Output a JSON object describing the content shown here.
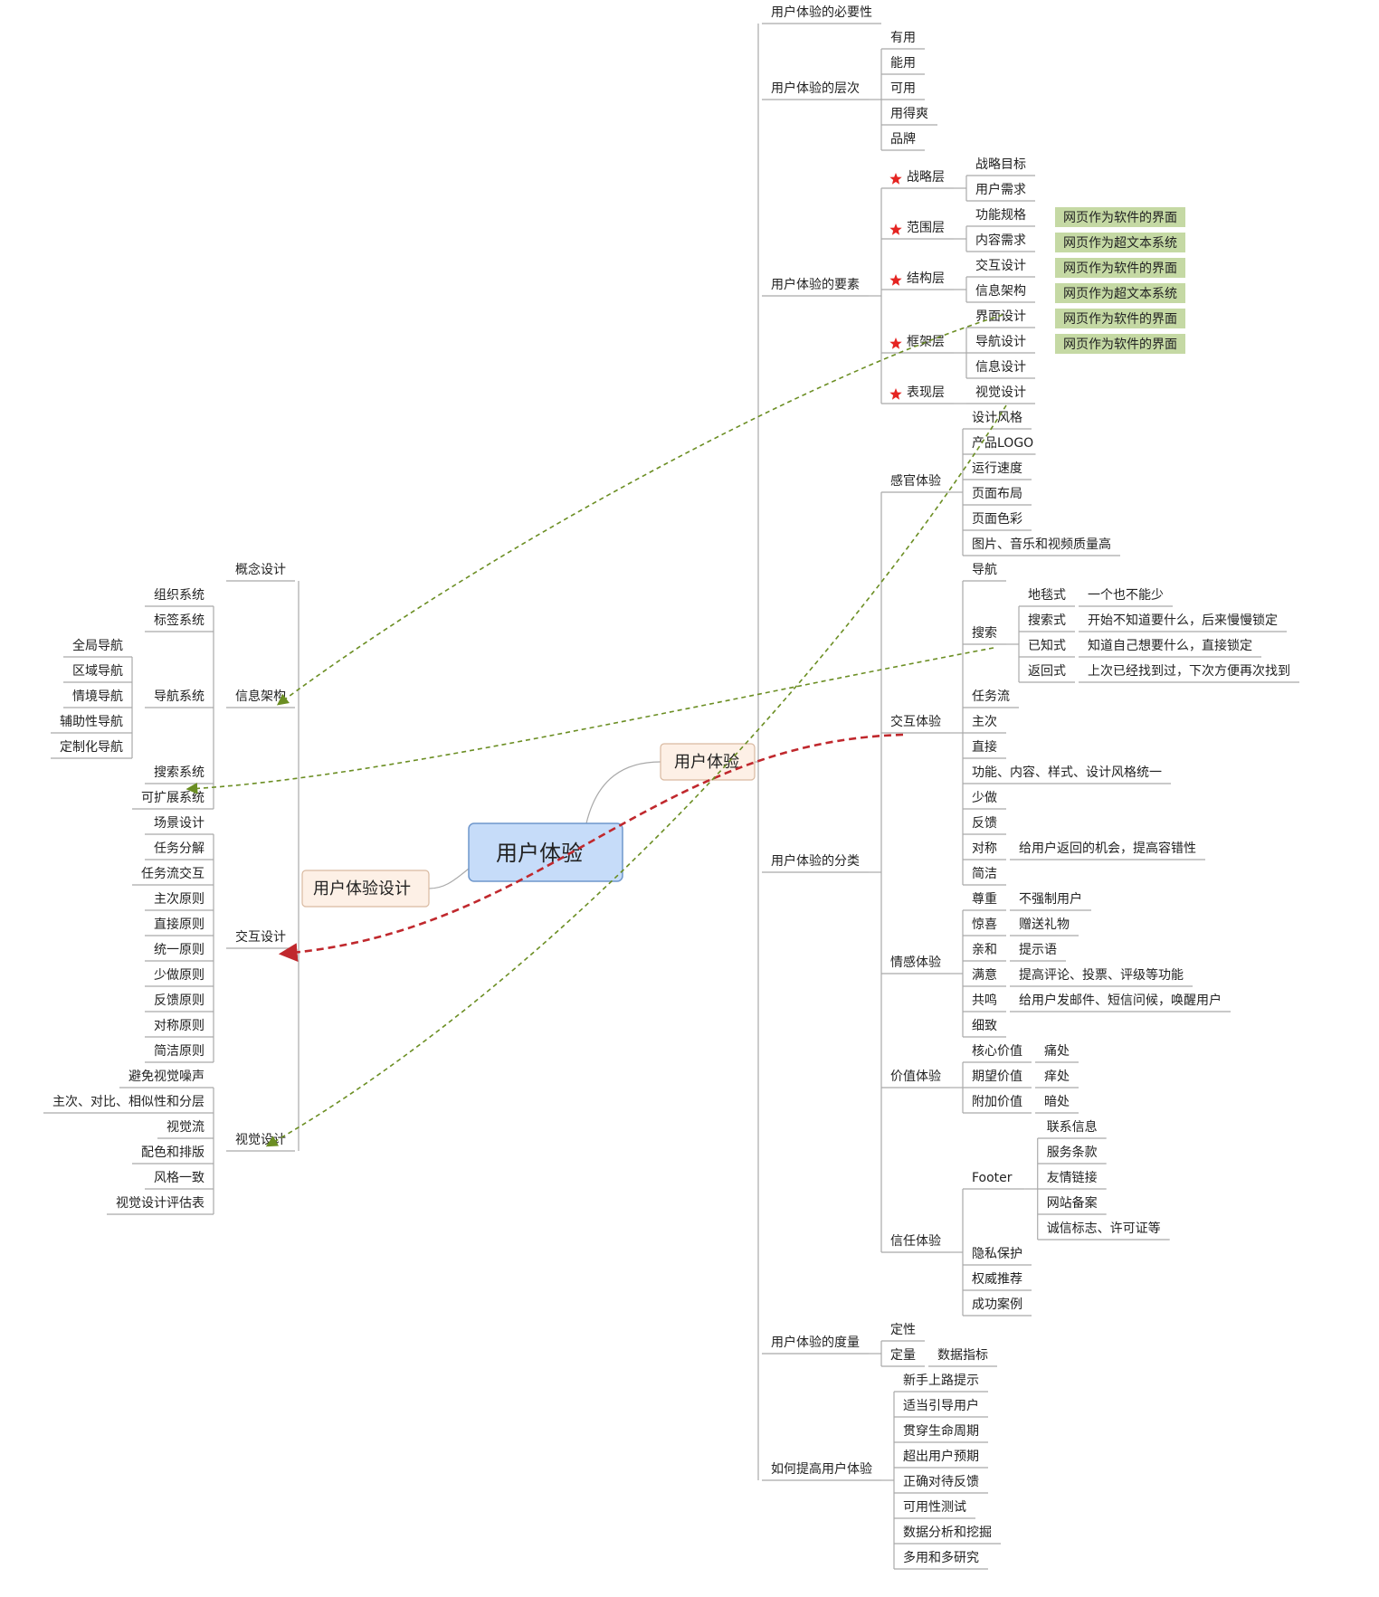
{
  "central": {
    "label": "用户体验"
  },
  "right_main": {
    "label": "用户体验",
    "branches": [
      {
        "label": "用户体验的必要性",
        "children": []
      },
      {
        "label": "用户体验的层次",
        "children": [
          {
            "label": "有用"
          },
          {
            "label": "能用"
          },
          {
            "label": "可用"
          },
          {
            "label": "用得爽"
          },
          {
            "label": "品牌"
          }
        ]
      },
      {
        "label": "用户体验的要素",
        "children": [
          {
            "label": "战略层",
            "star": true,
            "children": [
              {
                "label": "战略目标"
              },
              {
                "label": "用户需求"
              }
            ]
          },
          {
            "label": "范围层",
            "star": true,
            "children": [
              {
                "label": "功能规格",
                "note": "网页作为软件的界面"
              },
              {
                "label": "内容需求",
                "note": "网页作为超文本系统"
              }
            ]
          },
          {
            "label": "结构层",
            "star": true,
            "children": [
              {
                "label": "交互设计",
                "note": "网页作为软件的界面"
              },
              {
                "label": "信息架构",
                "note": "网页作为超文本系统"
              }
            ]
          },
          {
            "label": "框架层",
            "star": true,
            "children": [
              {
                "label": "界面设计",
                "note": "网页作为软件的界面"
              },
              {
                "label": "导航设计",
                "note": "网页作为软件的界面"
              },
              {
                "label": "信息设计"
              }
            ]
          },
          {
            "label": "表现层",
            "star": true,
            "children": [
              {
                "label": "视觉设计"
              }
            ]
          }
        ]
      },
      {
        "label": "用户体验的分类",
        "children": [
          {
            "label": "感官体验",
            "children": [
              {
                "label": "设计风格"
              },
              {
                "label": "产品LOGO"
              },
              {
                "label": "运行速度"
              },
              {
                "label": "页面布局"
              },
              {
                "label": "页面色彩"
              },
              {
                "label": "图片、音乐和视频质量高"
              }
            ]
          },
          {
            "label": "交互体验",
            "children": [
              {
                "label": "导航"
              },
              {
                "label": "搜索",
                "children": [
                  {
                    "label": "地毯式",
                    "desc": "一个也不能少"
                  },
                  {
                    "label": "搜索式",
                    "desc": "开始不知道要什么，后来慢慢锁定"
                  },
                  {
                    "label": "已知式",
                    "desc": "知道自己想要什么，直接锁定"
                  },
                  {
                    "label": "返回式",
                    "desc": "上次已经找到过，下次方便再次找到"
                  }
                ]
              },
              {
                "label": "任务流"
              },
              {
                "label": "主次"
              },
              {
                "label": "直接"
              },
              {
                "label": "功能、内容、样式、设计风格统一"
              },
              {
                "label": "少做"
              },
              {
                "label": "反馈"
              },
              {
                "label": "对称",
                "desc": "给用户返回的机会，提高容错性"
              },
              {
                "label": "简洁"
              }
            ]
          },
          {
            "label": "情感体验",
            "children": [
              {
                "label": "尊重",
                "desc": "不强制用户"
              },
              {
                "label": "惊喜",
                "desc": "赠送礼物"
              },
              {
                "label": "亲和",
                "desc": "提示语"
              },
              {
                "label": "满意",
                "desc": "提高评论、投票、评级等功能"
              },
              {
                "label": "共鸣",
                "desc": "给用户发邮件、短信问候，唤醒用户"
              },
              {
                "label": "细致"
              }
            ]
          },
          {
            "label": "价值体验",
            "children": [
              {
                "label": "核心价值",
                "desc": "痛处"
              },
              {
                "label": "期望价值",
                "desc": "痒处"
              },
              {
                "label": "附加价值",
                "desc": "暗处"
              }
            ]
          },
          {
            "label": "信任体验",
            "children": [
              {
                "label": "Footer",
                "children": [
                  {
                    "label": "联系信息"
                  },
                  {
                    "label": "服务条款"
                  },
                  {
                    "label": "友情链接"
                  },
                  {
                    "label": "网站备案"
                  },
                  {
                    "label": "诚信标志、许可证等"
                  }
                ]
              },
              {
                "label": "隐私保护"
              },
              {
                "label": "权威推荐"
              },
              {
                "label": "成功案例"
              }
            ]
          }
        ]
      },
      {
        "label": "用户体验的度量",
        "children": [
          {
            "label": "定性"
          },
          {
            "label": "定量",
            "desc": "数据指标"
          }
        ]
      },
      {
        "label": "如何提高用户体验",
        "children": [
          {
            "label": "新手上路提示"
          },
          {
            "label": "适当引导用户"
          },
          {
            "label": "贯穿生命周期"
          },
          {
            "label": "超出用户预期"
          },
          {
            "label": "正确对待反馈"
          },
          {
            "label": "可用性测试"
          },
          {
            "label": "数据分析和挖掘"
          },
          {
            "label": "多用和多研究"
          }
        ]
      }
    ]
  },
  "left_main": {
    "label": "用户体验设计",
    "branches": [
      {
        "label": "概念设计",
        "children": []
      },
      {
        "label": "信息架构",
        "children": [
          {
            "label": "组织系统"
          },
          {
            "label": "标签系统"
          },
          {
            "label": "导航系统",
            "children": [
              {
                "label": "全局导航"
              },
              {
                "label": "区域导航"
              },
              {
                "label": "情境导航"
              },
              {
                "label": "辅助性导航"
              },
              {
                "label": "定制化导航"
              }
            ]
          },
          {
            "label": "搜索系统"
          },
          {
            "label": "可扩展系统"
          }
        ]
      },
      {
        "label": "交互设计",
        "children": [
          {
            "label": "场景设计"
          },
          {
            "label": "任务分解"
          },
          {
            "label": "任务流交互"
          },
          {
            "label": "主次原则"
          },
          {
            "label": "直接原则"
          },
          {
            "label": "统一原则"
          },
          {
            "label": "少做原则"
          },
          {
            "label": "反馈原则"
          },
          {
            "label": "对称原则"
          },
          {
            "label": "简洁原则"
          }
        ]
      },
      {
        "label": "视觉设计",
        "children": [
          {
            "label": "避免视觉噪声"
          },
          {
            "label": "主次、对比、相似性和分层"
          },
          {
            "label": "视觉流"
          },
          {
            "label": "配色和排版"
          },
          {
            "label": "风格一致"
          },
          {
            "label": "视觉设计评估表"
          }
        ]
      }
    ]
  },
  "colors": {
    "central_fill": "#c6dcf9",
    "central_border": "#6f97cc",
    "main_fill": "#fdf0e6",
    "main_border": "#d9b9a0",
    "note_fill": "#c5d9a4",
    "connector": "#a9a9a9",
    "star": "#e52421",
    "relation_green": "#6b8e23",
    "relation_red": "#c0282d"
  }
}
